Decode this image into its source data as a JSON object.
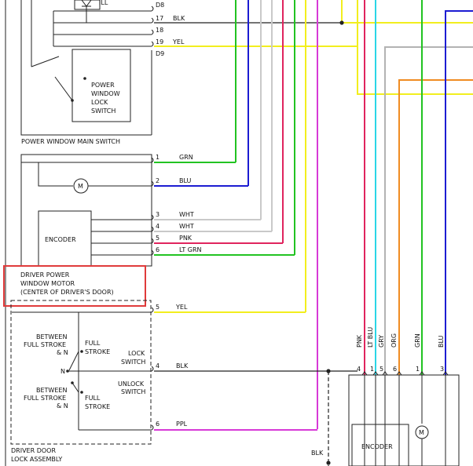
{
  "colors": {
    "black": "#222222",
    "grn": "#22c322",
    "blu": "#1c1cd2",
    "yel": "#f2ee1e",
    "wht": "#c9c9c9",
    "pnk": "#e0245e",
    "ltgrn": "#22c322",
    "ppl": "#d73ad7",
    "ltblu": "#2ad6e6",
    "gry": "#b3b3b3",
    "org": "#f08c22",
    "highlight": "#e03b3b"
  },
  "labels": {
    "ill": "ILL",
    "power_window_lock_switch": [
      "POWER",
      "WINDOW",
      "LOCK",
      "SWITCH"
    ],
    "power_window_main_switch": "POWER WINDOW MAIN SWITCH",
    "encoder": "ENCODER",
    "motor": "M",
    "driver_power_window_motor": [
      "DRIVER POWER",
      "WINDOW MOTOR",
      "(CENTER OF DRIVER'S DOOR)"
    ],
    "between_full_stroke_n": [
      "BETWEEN",
      "FULL STROKE",
      "& N"
    ],
    "full_stroke": [
      "FULL",
      "STROKE"
    ],
    "lock_switch": [
      "LOCK",
      "SWITCH"
    ],
    "n": "N",
    "unlock_switch": [
      "UNLOCK",
      "SWITCH"
    ],
    "driver_door_lock_assembly": [
      "DRIVER DOOR",
      "LOCK ASSEMBLY"
    ],
    "blk_bottom": "BLK",
    "encoder_bottom": "ENCODER"
  },
  "pins": {
    "main_top": [
      {
        "pin": "D8",
        "wire": ""
      },
      {
        "pin": "17",
        "wire": "BLK"
      },
      {
        "pin": "18",
        "wire": ""
      },
      {
        "pin": "19",
        "wire": "YEL"
      },
      {
        "pin": "D9",
        "wire": ""
      }
    ],
    "motor": [
      {
        "pin": "1",
        "wire": "GRN"
      },
      {
        "pin": "2",
        "wire": "BLU"
      },
      {
        "pin": "3",
        "wire": "WHT"
      },
      {
        "pin": "4",
        "wire": "WHT"
      },
      {
        "pin": "5",
        "wire": "PNK"
      },
      {
        "pin": "6",
        "wire": "LT GRN"
      }
    ],
    "door_lock": [
      {
        "pin": "5",
        "wire": "YEL"
      },
      {
        "pin": "4",
        "wire": "BLK"
      },
      {
        "pin": "6",
        "wire": "PPL"
      }
    ],
    "right_connector": [
      {
        "pin": "4",
        "wire": "PNK"
      },
      {
        "pin": "1",
        "wire": "LT BLU"
      },
      {
        "pin": "5",
        "wire": "GRY"
      },
      {
        "pin": "6",
        "wire": "ORG"
      },
      {
        "pin": "1",
        "wire": "GRN"
      },
      {
        "pin": "3",
        "wire": "BLU"
      }
    ]
  }
}
